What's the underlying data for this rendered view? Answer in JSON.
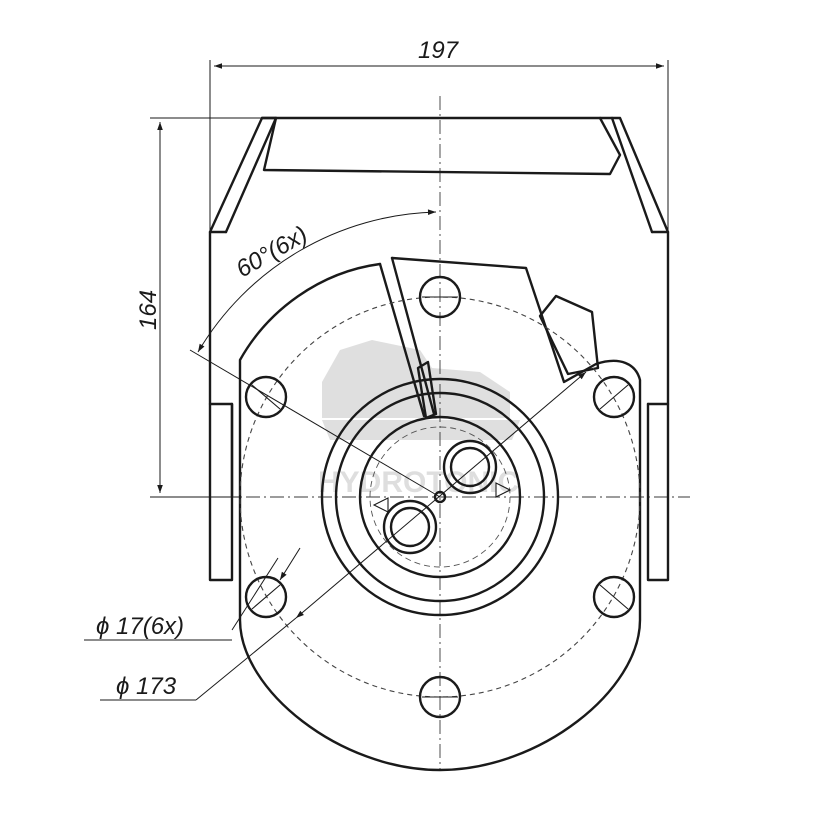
{
  "drawing": {
    "dimensions": {
      "width": "197",
      "height": "164",
      "angle": "60°(6x)",
      "hole_diameter": "ϕ 17(6x)",
      "bolt_circle_diameter": "ϕ 173"
    },
    "watermark": "HYDROTONIC"
  }
}
